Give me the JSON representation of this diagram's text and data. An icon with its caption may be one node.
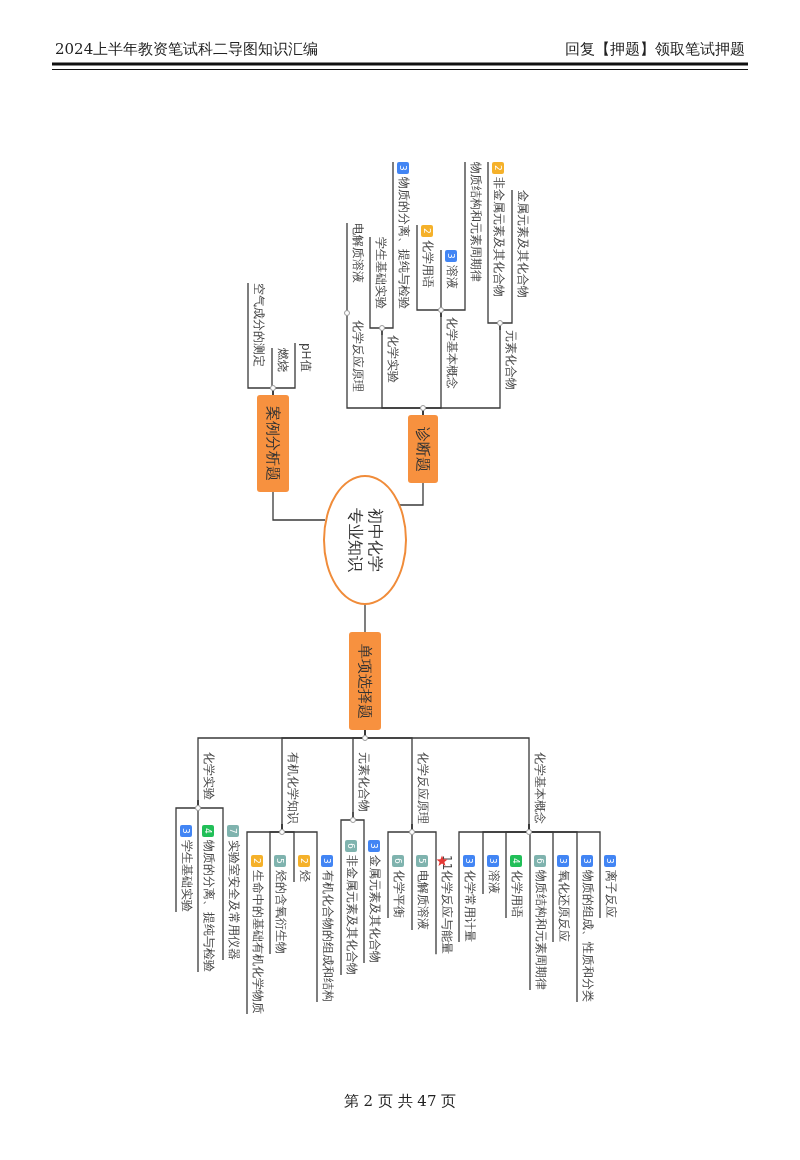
{
  "diagram": {
    "title": "2024上半年教资笔试科二导图知识汇编",
    "nodes": [
      {
        "text": [
          "初中化学专业知识"
        ]
      },
      {
        "text": [
          "诊断题"
        ]
      },
      {
        "text": [
          "元素化合物"
        ]
      },
      {
        "text": [
          "金属元素及其化合物"
        ]
      },
      {
        "text": [
          "2",
          "非金属元素及其化合物"
        ]
      },
      {
        "text": [
          "化学基本概念"
        ]
      },
      {
        "text": [
          "物质结构和元素周期律"
        ]
      },
      {
        "text": [
          "3",
          "溶液"
        ]
      },
      {
        "text": [
          "2",
          "化学用语"
        ]
      },
      {
        "text": [
          "化学实验"
        ]
      },
      {
        "text": [
          "3",
          "物质的分离、提纯与检验"
        ]
      },
      {
        "text": [
          "学生基础实验"
        ]
      },
      {
        "text": [
          "化学反应原理"
        ]
      },
      {
        "text": [
          "电解质溶液"
        ]
      },
      {
        "text": [
          "案例分析题"
        ]
      },
      {
        "text": [
          "pH值"
        ]
      },
      {
        "text": [
          "燃烧"
        ]
      },
      {
        "text": [
          "空气成分的测定"
        ]
      },
      {
        "text": [
          "单项选择题"
        ]
      },
      {
        "text": [
          "化学基本概念"
        ]
      },
      {
        "text": [
          "3",
          "离子反应"
        ]
      },
      {
        "text": [
          "3",
          "物质的组成、性质和分类"
        ]
      },
      {
        "text": [
          "3",
          "氧化还原反应"
        ]
      },
      {
        "text": [
          "6",
          "物质结构和元素周期律"
        ]
      },
      {
        "text": [
          "4",
          "化学用语"
        ]
      },
      {
        "text": [
          "3",
          "溶液"
        ]
      },
      {
        "text": [
          "3",
          "化学常用计量"
        ]
      },
      {
        "text": [
          "化学反应原理"
        ]
      },
      {
        "text": [
          "11化学反应与能量"
        ]
      },
      {
        "text": [
          "5",
          "电解质溶液"
        ]
      },
      {
        "text": [
          "6",
          "化学平衡"
        ]
      },
      {
        "text": [
          "元素化合物"
        ]
      },
      {
        "text": [
          "3",
          "金属元素及其化合物"
        ]
      },
      {
        "text": [
          "6",
          "非金属元素及其化合物"
        ]
      },
      {
        "text": [
          "有机化学知识"
        ]
      },
      {
        "text": [
          "3",
          "有机化合物的组成和结构"
        ]
      },
      {
        "text": [
          "2",
          "烃"
        ]
      },
      {
        "text": [
          "5",
          "烃的含氧衍生物"
        ]
      },
      {
        "text": [
          "2",
          "生命中的基础有机化学物质"
        ]
      },
      {
        "text": [
          "化学实验"
        ]
      },
      {
        "text": [
          "7",
          "实验室安全及常用仪器"
        ]
      },
      {
        "text": [
          "4",
          "物质的分离、提纯与检验"
        ]
      },
      {
        "text": [
          "3",
          "学生基础实验"
        ]
      }
    ],
    "edges": [
      {
        "from": 0,
        "to": 1,
        "arrow": "none"
      },
      {
        "from": 0,
        "to": 14,
        "arrow": "none"
      },
      {
        "from": 0,
        "to": 18,
        "arrow": "none"
      },
      {
        "from": 1,
        "to": 2,
        "arrow": "none"
      },
      {
        "from": 1,
        "to": 5,
        "arrow": "none"
      },
      {
        "from": 1,
        "to": 9,
        "arrow": "none"
      },
      {
        "from": 1,
        "to": 12,
        "arrow": "none"
      },
      {
        "from": 2,
        "to": 3,
        "arrow": "none"
      },
      {
        "from": 2,
        "to": 4,
        "arrow": "none"
      },
      {
        "from": 5,
        "to": 6,
        "arrow": "none"
      },
      {
        "from": 5,
        "to": 7,
        "arrow": "none"
      },
      {
        "from": 5,
        "to": 8,
        "arrow": "none"
      },
      {
        "from": 9,
        "to": 10,
        "arrow": "none"
      },
      {
        "from": 9,
        "to": 11,
        "arrow": "none"
      },
      {
        "from": 12,
        "to": 13,
        "arrow": "none"
      },
      {
        "from": 14,
        "to": 15,
        "arrow": "none"
      },
      {
        "from": 14,
        "to": 16,
        "arrow": "none"
      },
      {
        "from": 14,
        "to": 17,
        "arrow": "none"
      },
      {
        "from": 18,
        "to": 19,
        "arrow": "none"
      },
      {
        "from": 18,
        "to": 27,
        "arrow": "none"
      },
      {
        "from": 18,
        "to": 31,
        "arrow": "none"
      },
      {
        "from": 18,
        "to": 34,
        "arrow": "none"
      },
      {
        "from": 18,
        "to": 39,
        "arrow": "none"
      },
      {
        "from": 19,
        "to": 20,
        "arrow": "none"
      },
      {
        "from": 19,
        "to": 21,
        "arrow": "none"
      },
      {
        "from": 19,
        "to": 22,
        "arrow": "none"
      },
      {
        "from": 19,
        "to": 23,
        "arrow": "none"
      },
      {
        "from": 19,
        "to": 24,
        "arrow": "none"
      },
      {
        "from": 19,
        "to": 25,
        "arrow": "none"
      },
      {
        "from": 19,
        "to": 26,
        "arrow": "none"
      },
      {
        "from": 27,
        "to": 28,
        "arrow": "none"
      },
      {
        "from": 27,
        "to": 29,
        "arrow": "none"
      },
      {
        "from": 27,
        "to": 30,
        "arrow": "none"
      },
      {
        "from": 31,
        "to": 32,
        "arrow": "none"
      },
      {
        "from": 31,
        "to": 33,
        "arrow": "none"
      },
      {
        "from": 34,
        "to": 35,
        "arrow": "none"
      },
      {
        "from": 34,
        "to": 36,
        "arrow": "none"
      },
      {
        "from": 34,
        "to": 37,
        "arrow": "none"
      },
      {
        "from": 34,
        "to": 38,
        "arrow": "none"
      },
      {
        "from": 39,
        "to": 40,
        "arrow": "none"
      },
      {
        "from": 39,
        "to": 41,
        "arrow": "none"
      },
      {
        "from": 39,
        "to": 42,
        "arrow": "none"
      }
    ],
    "labels": [
      "回复【押题】领取笔试押题",
      "第 2 页 共 47 页"
    ]
  }
}
